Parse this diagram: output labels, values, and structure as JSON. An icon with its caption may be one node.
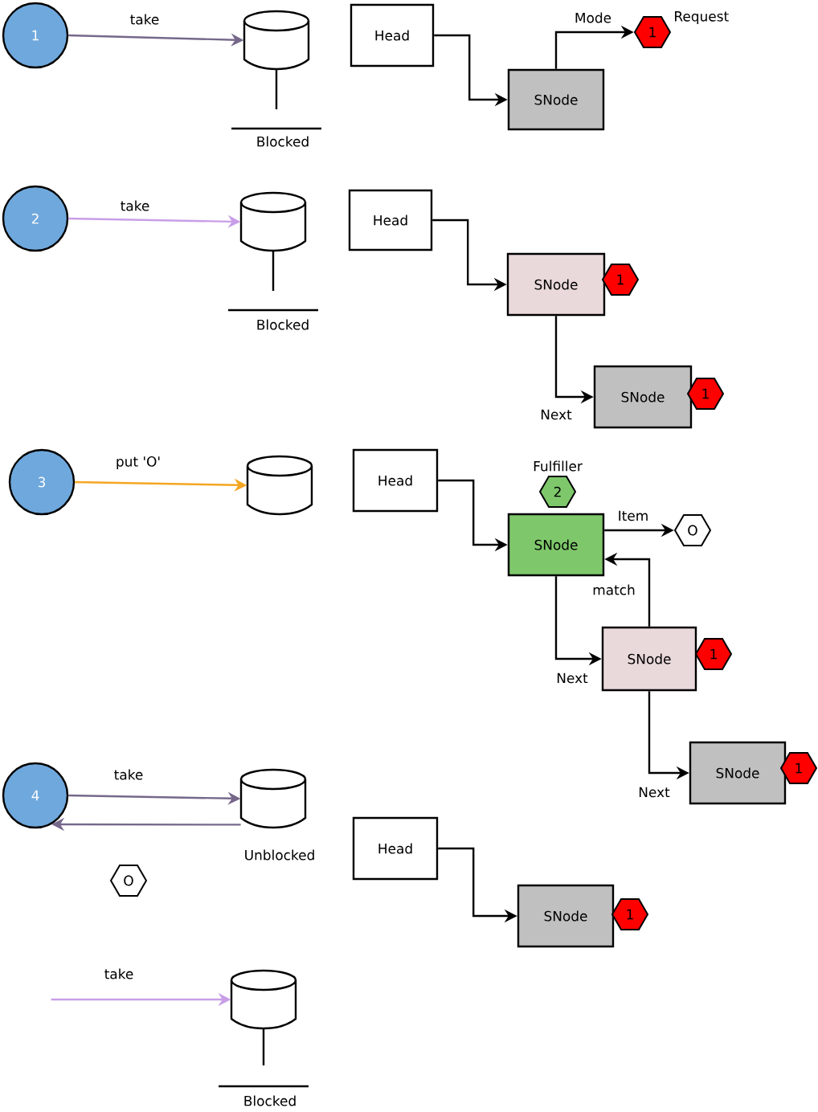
{
  "diagram": {
    "nodes": [
      {
        "text": [
          "1"
        ]
      },
      {
        "text": [],
        "shape": "cylinder"
      },
      {
        "text": [
          "Head"
        ]
      },
      {
        "text": [
          "SNode"
        ]
      },
      {
        "text": [
          "1"
        ],
        "beside": [
          "Request"
        ]
      },
      {
        "text": [
          "2"
        ]
      },
      {
        "text": [],
        "shape": "cylinder"
      },
      {
        "text": [
          "Head"
        ]
      },
      {
        "text": [
          "SNode"
        ]
      },
      {
        "text": [
          "1"
        ]
      },
      {
        "text": [
          "SNode"
        ]
      },
      {
        "text": [
          "1"
        ]
      },
      {
        "text": [
          "3"
        ]
      },
      {
        "text": [],
        "shape": "cylinder"
      },
      {
        "text": [
          "Head"
        ]
      },
      {
        "text": [
          "2"
        ],
        "beside": [
          "Fulfiller"
        ]
      },
      {
        "text": [
          "SNode"
        ]
      },
      {
        "text": [
          "O"
        ]
      },
      {
        "text": [
          "SNode"
        ]
      },
      {
        "text": [
          "1"
        ]
      },
      {
        "text": [
          "SNode"
        ]
      },
      {
        "text": [
          "1"
        ]
      },
      {
        "text": [
          "4"
        ]
      },
      {
        "text": [],
        "shape": "cylinder",
        "beside": [
          "Unblocked"
        ]
      },
      {
        "text": [
          "O"
        ]
      },
      {
        "text": [
          "Head"
        ]
      },
      {
        "text": [
          "SNode"
        ]
      },
      {
        "text": [
          "1"
        ]
      },
      {
        "text": [],
        "shape": "cylinder"
      }
    ],
    "edges": [
      {
        "from": 0,
        "to": 1,
        "arrow": "to",
        "label": "take",
        "color": "#76688a"
      },
      {
        "from": 2,
        "to": 3,
        "arrow": "to"
      },
      {
        "from": 3,
        "to": 4,
        "arrow": "to",
        "label": "Mode"
      },
      {
        "from": 5,
        "to": 6,
        "arrow": "to",
        "label": "take",
        "color": "#c89ee8"
      },
      {
        "from": 7,
        "to": 8,
        "arrow": "to"
      },
      {
        "from": 8,
        "to": 10,
        "arrow": "to",
        "label": "Next"
      },
      {
        "from": 12,
        "to": 13,
        "arrow": "to",
        "label": "put 'O'",
        "color": "#f5a623"
      },
      {
        "from": 14,
        "to": 16,
        "arrow": "to"
      },
      {
        "from": 16,
        "to": 17,
        "arrow": "to",
        "label": "Item"
      },
      {
        "from": 16,
        "to": 18,
        "arrow": "to",
        "label": "Next"
      },
      {
        "from": 18,
        "to": 16,
        "arrow": "to",
        "label": "match"
      },
      {
        "from": 18,
        "to": 20,
        "arrow": "to",
        "label": "Next"
      },
      {
        "from": 22,
        "to": 23,
        "arrow": "to",
        "label": "take",
        "color": "#76688a"
      },
      {
        "from": 23,
        "to": 22,
        "arrow": "to",
        "color": "#76688a"
      },
      {
        "from": 25,
        "to": 26,
        "arrow": "to"
      },
      {
        "from": null,
        "to": 28,
        "arrow": "to",
        "label": "take",
        "color": "#c89ee8"
      }
    ],
    "labels": [
      "Blocked",
      "Blocked",
      "Blocked"
    ]
  }
}
